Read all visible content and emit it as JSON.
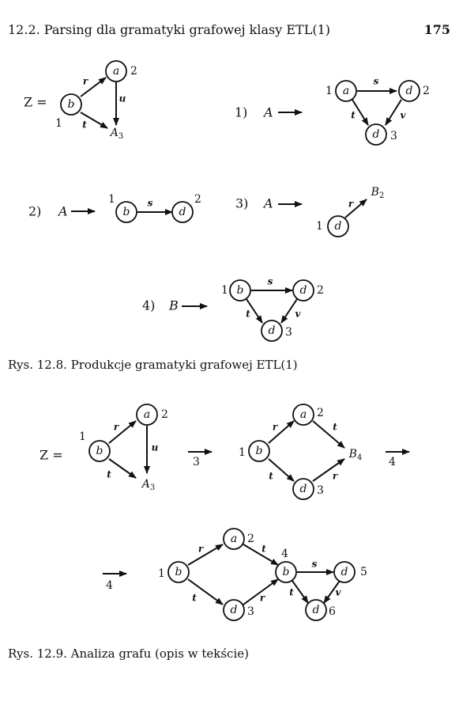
{
  "header": {
    "section_title": "12.2. Parsing dla gramatyki grafowej klasy ETL(1)",
    "page_number": "175"
  },
  "figure1": {
    "caption": "Rys. 12.8. Produkcje gramatyki grafowej ETL(1)",
    "start_symbol": "Z =",
    "productions": [
      {
        "number": "1)",
        "lhs": "A"
      },
      {
        "number": "2)",
        "lhs": "A"
      },
      {
        "number": "3)",
        "lhs": "A"
      },
      {
        "number": "4)",
        "lhs": "B"
      }
    ]
  },
  "figure2": {
    "caption": "Rys. 12.9. Analiza grafu (opis w tekście)",
    "start_symbol": "Z =",
    "steps": [
      "3",
      "4",
      "4"
    ]
  }
}
